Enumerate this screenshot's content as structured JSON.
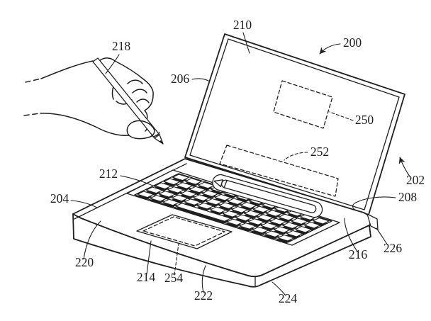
{
  "refs": {
    "r200": "200",
    "r202": "202",
    "r204": "204",
    "r206": "206",
    "r208": "208",
    "r210": "210",
    "r212": "212",
    "r214": "214",
    "r216": "216",
    "r218": "218",
    "r220": "220",
    "r222": "222",
    "r224": "224",
    "r226": "226",
    "r250": "250",
    "r252": "252",
    "r254": "254"
  },
  "colors": {
    "ink": "#1f1f1f",
    "paper": "#ffffff"
  }
}
